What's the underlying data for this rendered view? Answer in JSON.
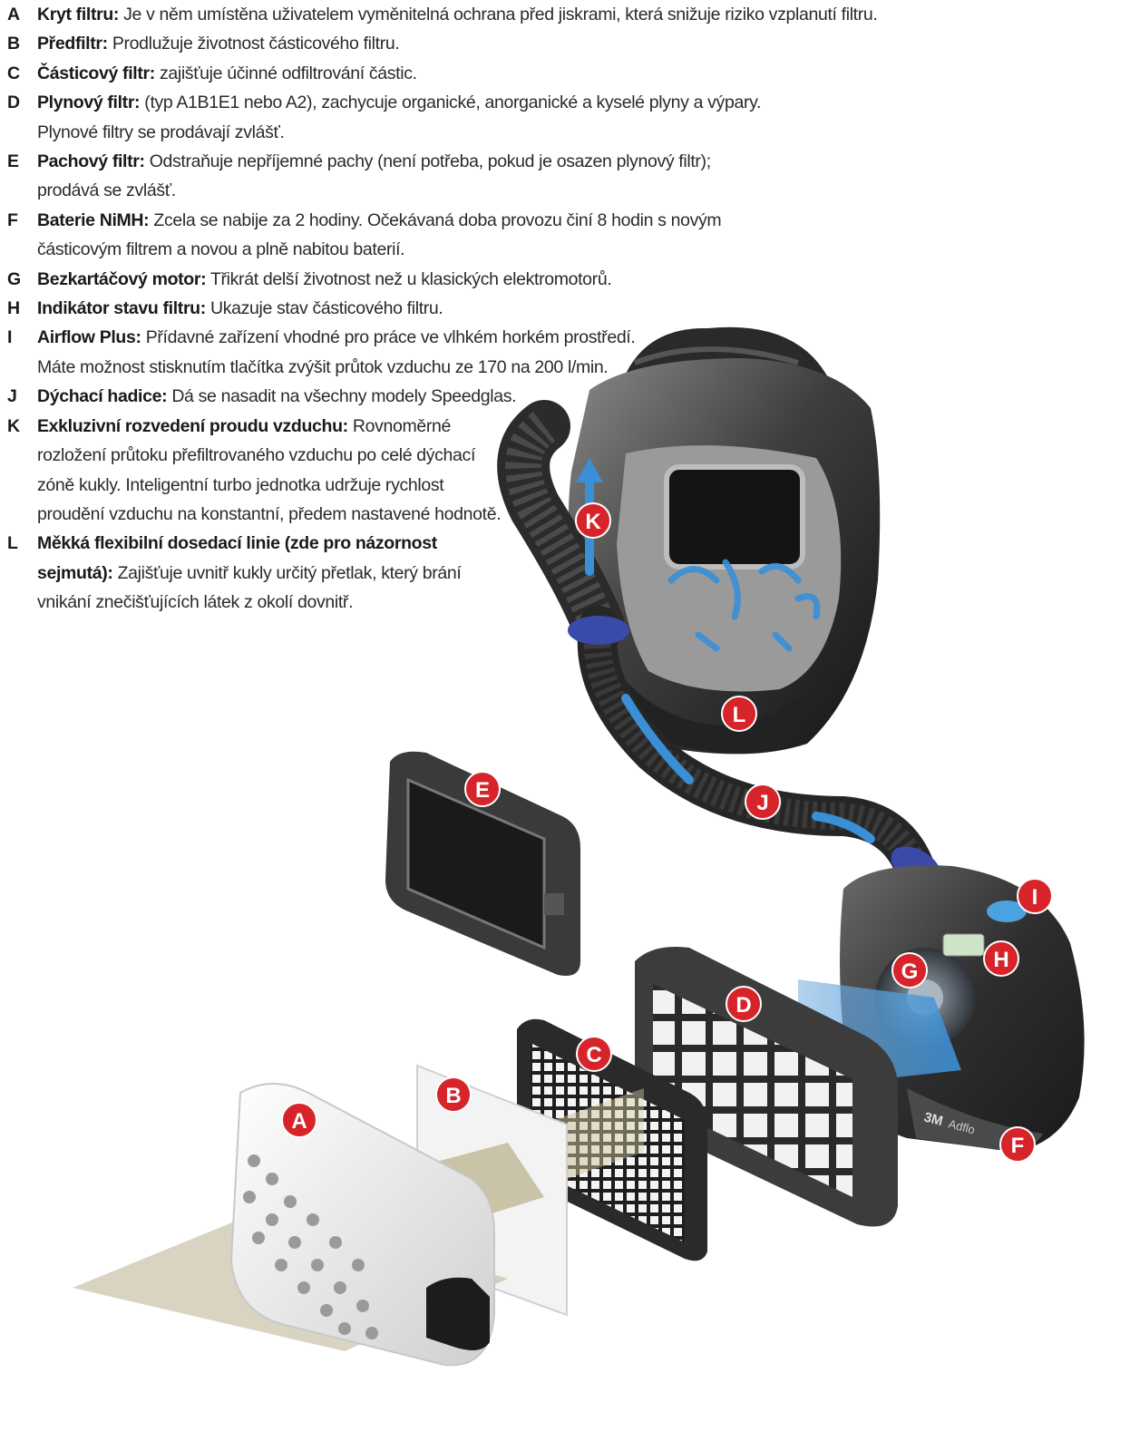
{
  "legend": [
    {
      "letter": "A",
      "term": "Kryt filtru:",
      "desc": "Je v něm umístěna uživatelem vyměnitelná ochrana před jiskrami, která snižuje riziko vzplanutí filtru.",
      "cont": ""
    },
    {
      "letter": "B",
      "term": "Předfiltr:",
      "desc": "Prodlužuje životnost částicového filtru.",
      "cont": ""
    },
    {
      "letter": "C",
      "term": "Částicový filtr:",
      "desc": "zajišťuje účinné odfiltrování částic.",
      "cont": ""
    },
    {
      "letter": "D",
      "term": "Plynový filtr:",
      "desc": "(typ A1B1E1 nebo A2), zachycuje organické, anorganické a kyselé plyny a výpary.",
      "cont": "Plynové filtry se prodávají zvlášť."
    },
    {
      "letter": "E",
      "term": "Pachový filtr:",
      "desc": "Odstraňuje nepříjemné pachy (není potřeba, pokud je osazen plynový filtr);",
      "cont": "prodává se zvlášť."
    },
    {
      "letter": "F",
      "term": "Baterie NiMH:",
      "desc": "Zcela se nabije za 2 hodiny. Očekávaná doba provozu činí 8 hodin s novým",
      "cont": "částicovým filtrem a novou a plně nabitou baterií."
    },
    {
      "letter": "G",
      "term": "Bezkartáčový motor:",
      "desc": "Třikrát delší životnost než u klasických elektromotorů.",
      "cont": ""
    },
    {
      "letter": "H",
      "term": "Indikátor stavu filtru:",
      "desc": "Ukazuje stav částicového filtru.",
      "cont": ""
    },
    {
      "letter": "I",
      "term": "Airflow Plus:",
      "desc": "Přídavné zařízení vhodné pro práce ve vlhkém horkém prostředí.",
      "cont": "Máte možnost stisknutím tlačítka zvýšit průtok vzduchu ze 170 na 200 l/min."
    },
    {
      "letter": "J",
      "term": "Dýchací hadice:",
      "desc": "Dá se nasadit na všechny modely Speedglas.",
      "cont": ""
    },
    {
      "letter": "K",
      "term": "Exkluzivní rozvedení proudu vzduchu:",
      "desc": "Rovnoměrné",
      "cont": "rozložení průtoku přefiltrovaného vzduchu po celé dýchací|zóně kukly. Inteligentní turbo jednotka udržuje rychlost|proudění vzduchu na konstantní, předem nastavené hodnotě."
    },
    {
      "letter": "L",
      "term": "Měkká flexibilní dosedací linie (zde pro názornost",
      "desc": "",
      "cont": "@sejmutá):| Zajišťuje uvnitř kukly určitý přetlak, který brání|vnikání znečišťujících látek z okolí dovnitř."
    }
  ],
  "badges": [
    "A",
    "B",
    "C",
    "D",
    "E",
    "F",
    "G",
    "H",
    "I",
    "J",
    "K",
    "L"
  ],
  "device_brand": "3M",
  "device_model": "Adflo",
  "colors": {
    "badge": "#d7232a",
    "airflow": "#3a8fd6",
    "hose_band": "#3a4aa8",
    "body_dark": "#3c3c3c"
  }
}
